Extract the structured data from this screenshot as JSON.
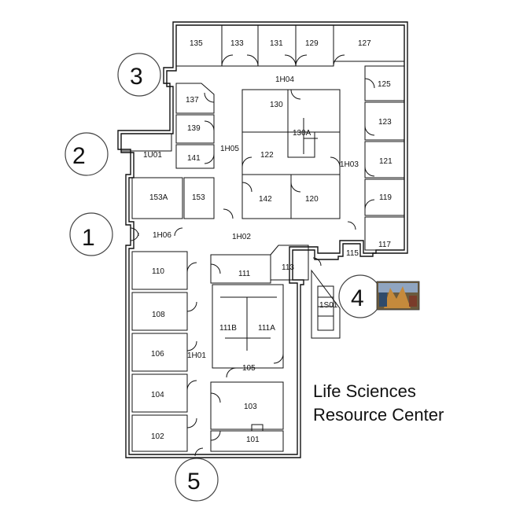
{
  "title": [
    "Life Sciences",
    "Resource Center"
  ],
  "rooms": [
    "135",
    "133",
    "131",
    "129",
    "127",
    "1H04",
    "125",
    "137",
    "130",
    "123",
    "139",
    "130A",
    "1H05",
    "121",
    "141",
    "122",
    "1H03",
    "1U01",
    "119",
    "153A",
    "153",
    "142",
    "120",
    "1H02",
    "1H06",
    "117",
    "115",
    "113",
    "111",
    "110",
    "1S01",
    "108",
    "111B",
    "111A",
    "106",
    "1H01",
    "105",
    "104",
    "103",
    "102",
    "101"
  ],
  "entrances": [
    "1",
    "2",
    "3",
    "4",
    "5"
  ],
  "thumbnail": {
    "description_icon": "building-photo-icon"
  }
}
